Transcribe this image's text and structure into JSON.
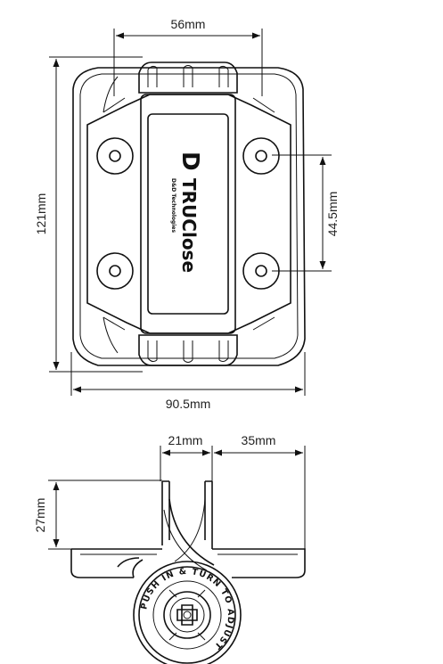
{
  "dimensions": {
    "top_width": "56mm",
    "height": "121mm",
    "hole_spacing": "44.5mm",
    "overall_width": "90.5mm",
    "side_offset": "21mm",
    "side_reach": "35mm",
    "side_height": "27mm"
  },
  "logo": {
    "letter": "D",
    "name": "TRUClose",
    "subtitle": "D&D Technologies"
  },
  "adjuster": {
    "ring_text": "PUSH IN & TURN TO ADJUST"
  },
  "colors": {
    "line": "#111111",
    "background": "#ffffff",
    "cover": "#ffffff"
  }
}
